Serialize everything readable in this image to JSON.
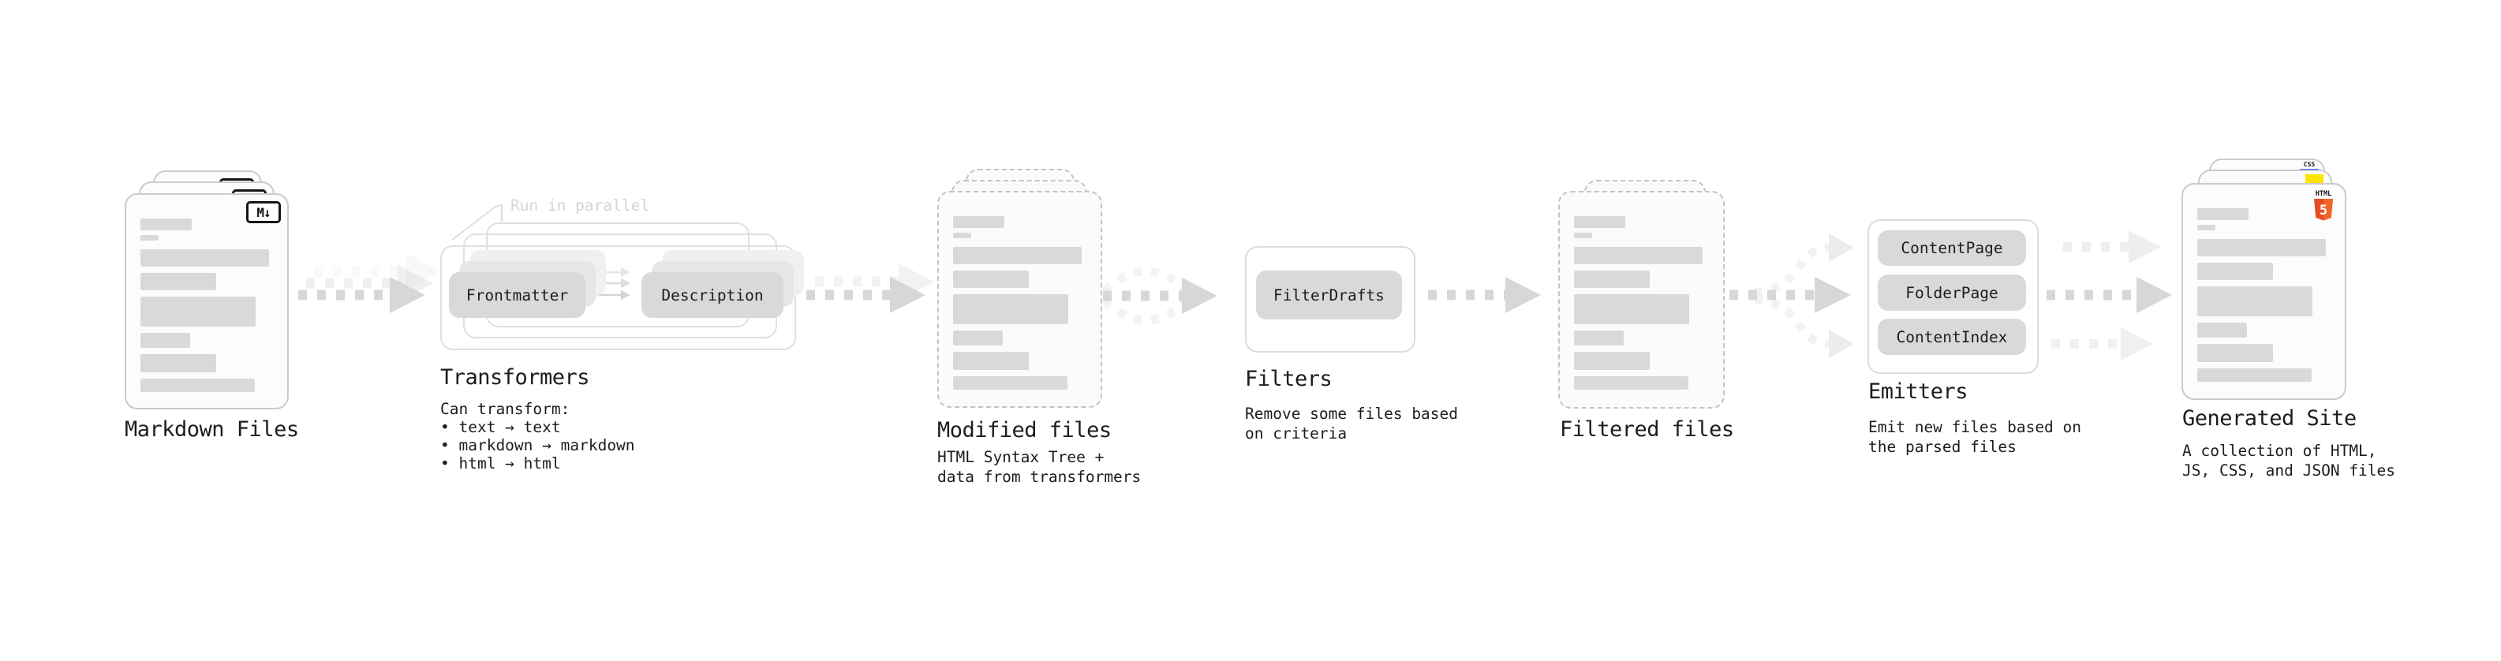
{
  "pipeline": {
    "markdown_files": {
      "title": "Markdown Files",
      "badge": "M↓"
    },
    "transformers": {
      "title": "Transformers",
      "annotation": "Run in parallel",
      "steps": [
        "Frontmatter",
        "Description"
      ],
      "description": [
        "Can transform:",
        "• text → text",
        "• markdown → markdown",
        "• html → html"
      ]
    },
    "modified_files": {
      "title": "Modified files",
      "description": [
        "HTML Syntax Tree +",
        "data from transformers"
      ]
    },
    "filters": {
      "title": "Filters",
      "steps": [
        "FilterDrafts"
      ],
      "description": [
        "Remove some files based",
        "on criteria"
      ]
    },
    "filtered_files": {
      "title": "Filtered files"
    },
    "emitters": {
      "title": "Emitters",
      "steps": [
        "ContentPage",
        "FolderPage",
        "ContentIndex"
      ],
      "description": [
        "Emit new files based on",
        "the parsed files"
      ]
    },
    "generated_site": {
      "title": "Generated Site",
      "badges": {
        "css": "CSS",
        "html5_label": "HTML",
        "html5_number": "5"
      },
      "description": [
        "A collection of HTML,",
        "JS, CSS, and JSON files"
      ]
    }
  },
  "colors": {
    "text_dark": "#1d1d1d",
    "box_gray": "#d9d9d9",
    "ghost_gray_1": "#e6e6e6",
    "ghost_gray_2": "#f0f0f0",
    "bar_gray": "#d9d9d9",
    "doc_border": "#cbcbcb",
    "doc_fill": "#fcfcfc",
    "card_border": "#e0e0e0",
    "arrow_gray": "#d5d5d5",
    "arrow_faint": "#e9e9e9",
    "muted_label": "#d4d4d4",
    "badge_border": "#151515",
    "html5_orange_dark": "#E44D26",
    "html5_orange_light": "#F16529",
    "js_yellow": "#FFE400",
    "css_blue": "#2965F1"
  }
}
